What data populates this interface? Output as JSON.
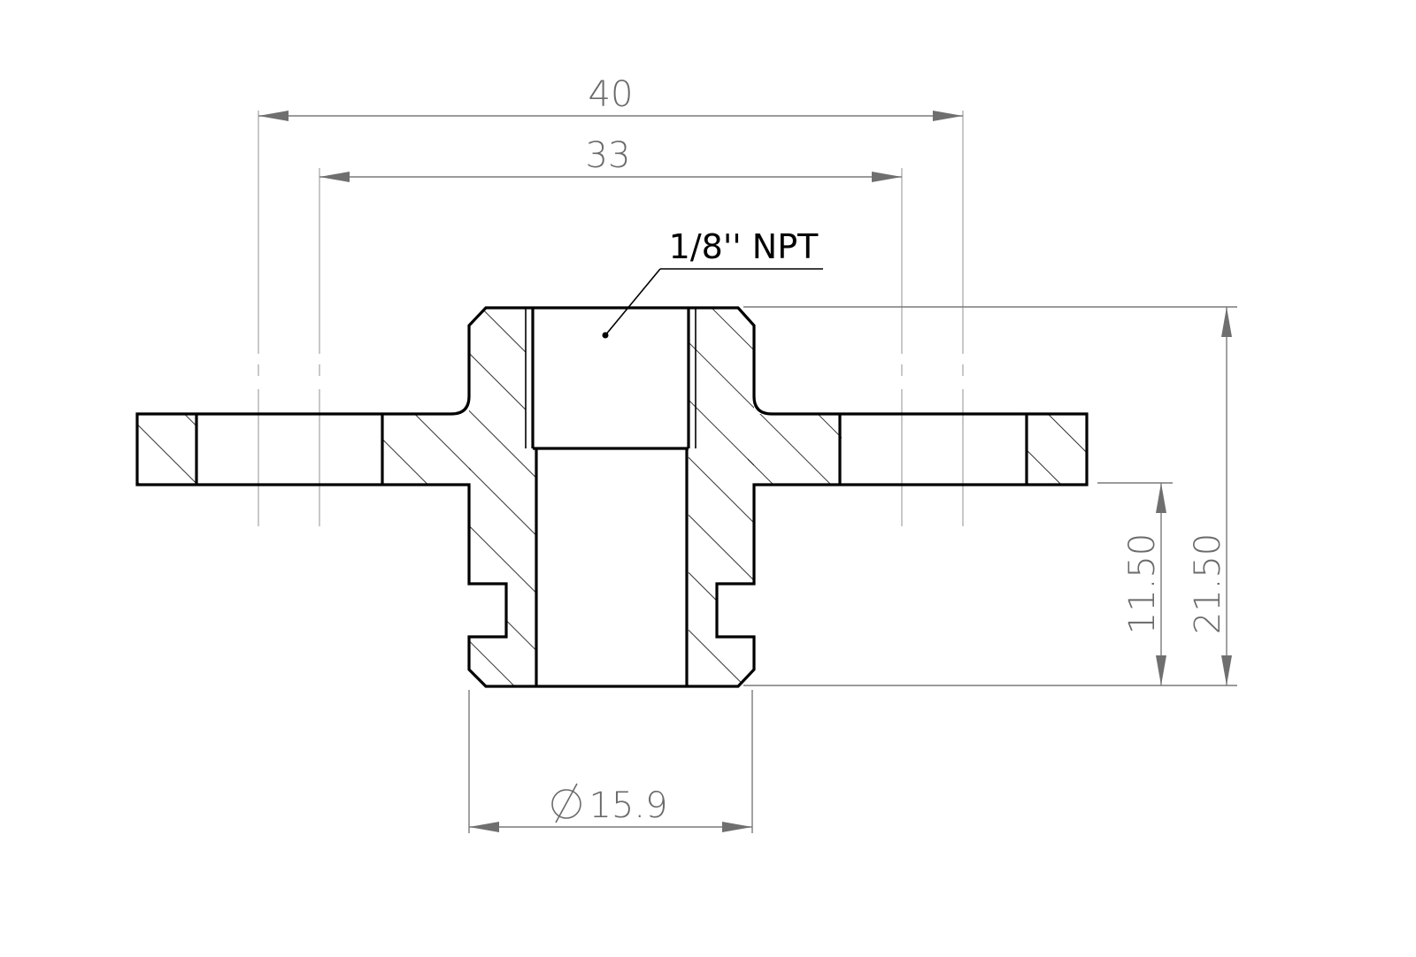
{
  "drawing": {
    "type": "section view technical drawing",
    "part": "flanged fitting / bulkhead adapter",
    "colors": {
      "outline": "#000000",
      "dimension": "#6a6a6a",
      "centerline": "#b0b0b0",
      "background": "#ffffff"
    }
  },
  "dimensions": {
    "bolt_circle_outer": "40",
    "bolt_circle_inner": "33",
    "diameter": "15.9",
    "diameter_symbol": "⌀",
    "height_lower": "11.50",
    "height_total": "21.50"
  },
  "notes": {
    "thread_callout": "1/8'' NPT"
  }
}
